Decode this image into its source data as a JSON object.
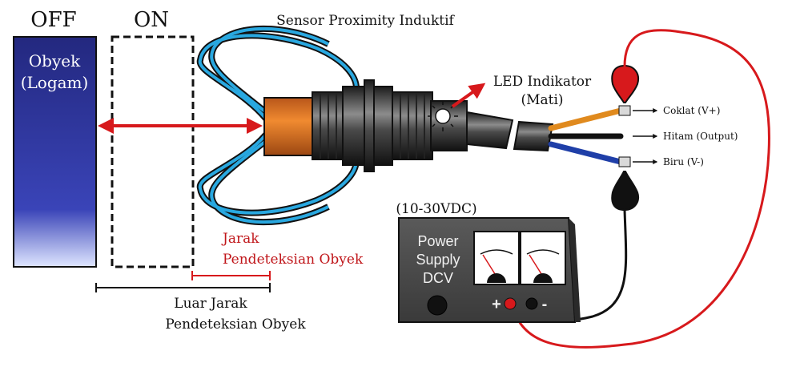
{
  "labels": {
    "off": "OFF",
    "on": "ON",
    "object_line1": "Obyek",
    "object_line2": "(Logam)",
    "sensor_title": "Sensor Proximity Induktif",
    "led_line1": "LED Indikator",
    "led_line2": "(Mati)",
    "wire_brown": "Coklat (V+)",
    "wire_black": "Hitam (Output)",
    "wire_blue": "Biru (V-)",
    "voltage": "(10-30VDC)",
    "ps_line1": "Power",
    "ps_line2": "Supply",
    "ps_line3": "DCV",
    "plus": "+",
    "minus": "-",
    "range_line1": "Jarak",
    "range_line2": "Pendeteksian Obyek",
    "outside_line1": "Luar Jarak",
    "outside_line2": "Pendeteksian Obyek"
  },
  "colors": {
    "object_fill": "#2a2f8f",
    "field_blue": "#29a8e0",
    "arrow_red": "#d7191c",
    "sensor_face": "#e8741f",
    "wire_brown": "#e08a1e",
    "wire_blue": "#1f3fa8",
    "wire_black": "#111111",
    "ps_panel": "#4a4a4a"
  }
}
